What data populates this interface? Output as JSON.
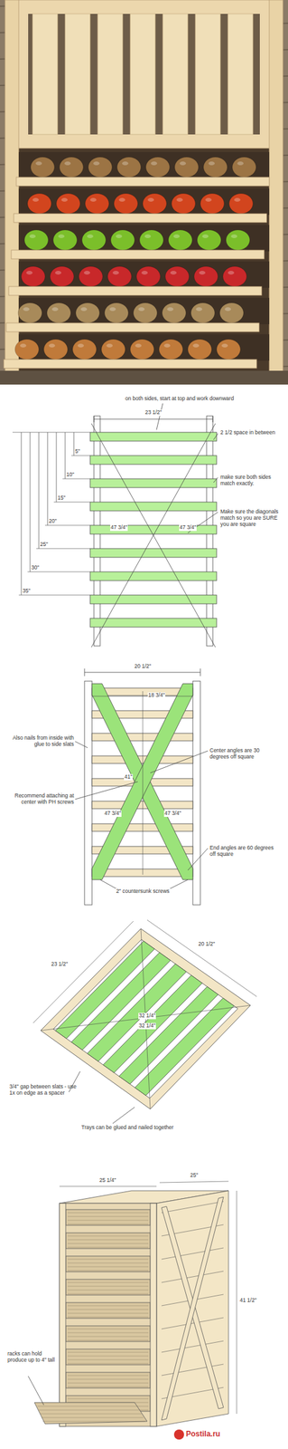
{
  "diagram": {
    "labels": [
      "on both sides, start at top and work downward",
      "23 1/2\"",
      "2 1/2 space in between",
      "5\"",
      "10\"",
      "15\"",
      "20\"",
      "25\"",
      "30\"",
      "35\"",
      "make sure both sides match exactly.",
      "Make sure the diagonals match so you are SURE you are square",
      "47 3/4\"",
      "47 3/4\"",
      "20 1/2\"",
      "18 3/4\"",
      "41\"",
      "47 3/4\"",
      "47 3/4\"",
      "Also nails from inside with glue to side slats",
      "Recommend attaching at center with PH screws",
      "Center angles are 30 degrees off square",
      "End angles are 60 degrees off square",
      "2\" countersunk screws",
      "23 1/2\"",
      "20 1/2\"",
      "32 1/4\"",
      "32 1/4\"",
      "3/4\" gap between slats - use 1x on edge as a spacer",
      "Trays can be glued and nailed together",
      "25 1/4\"",
      "25\"",
      "41 1/2\"",
      "racks can hold produce up to 4\" tall",
      "Postila.ru"
    ]
  }
}
